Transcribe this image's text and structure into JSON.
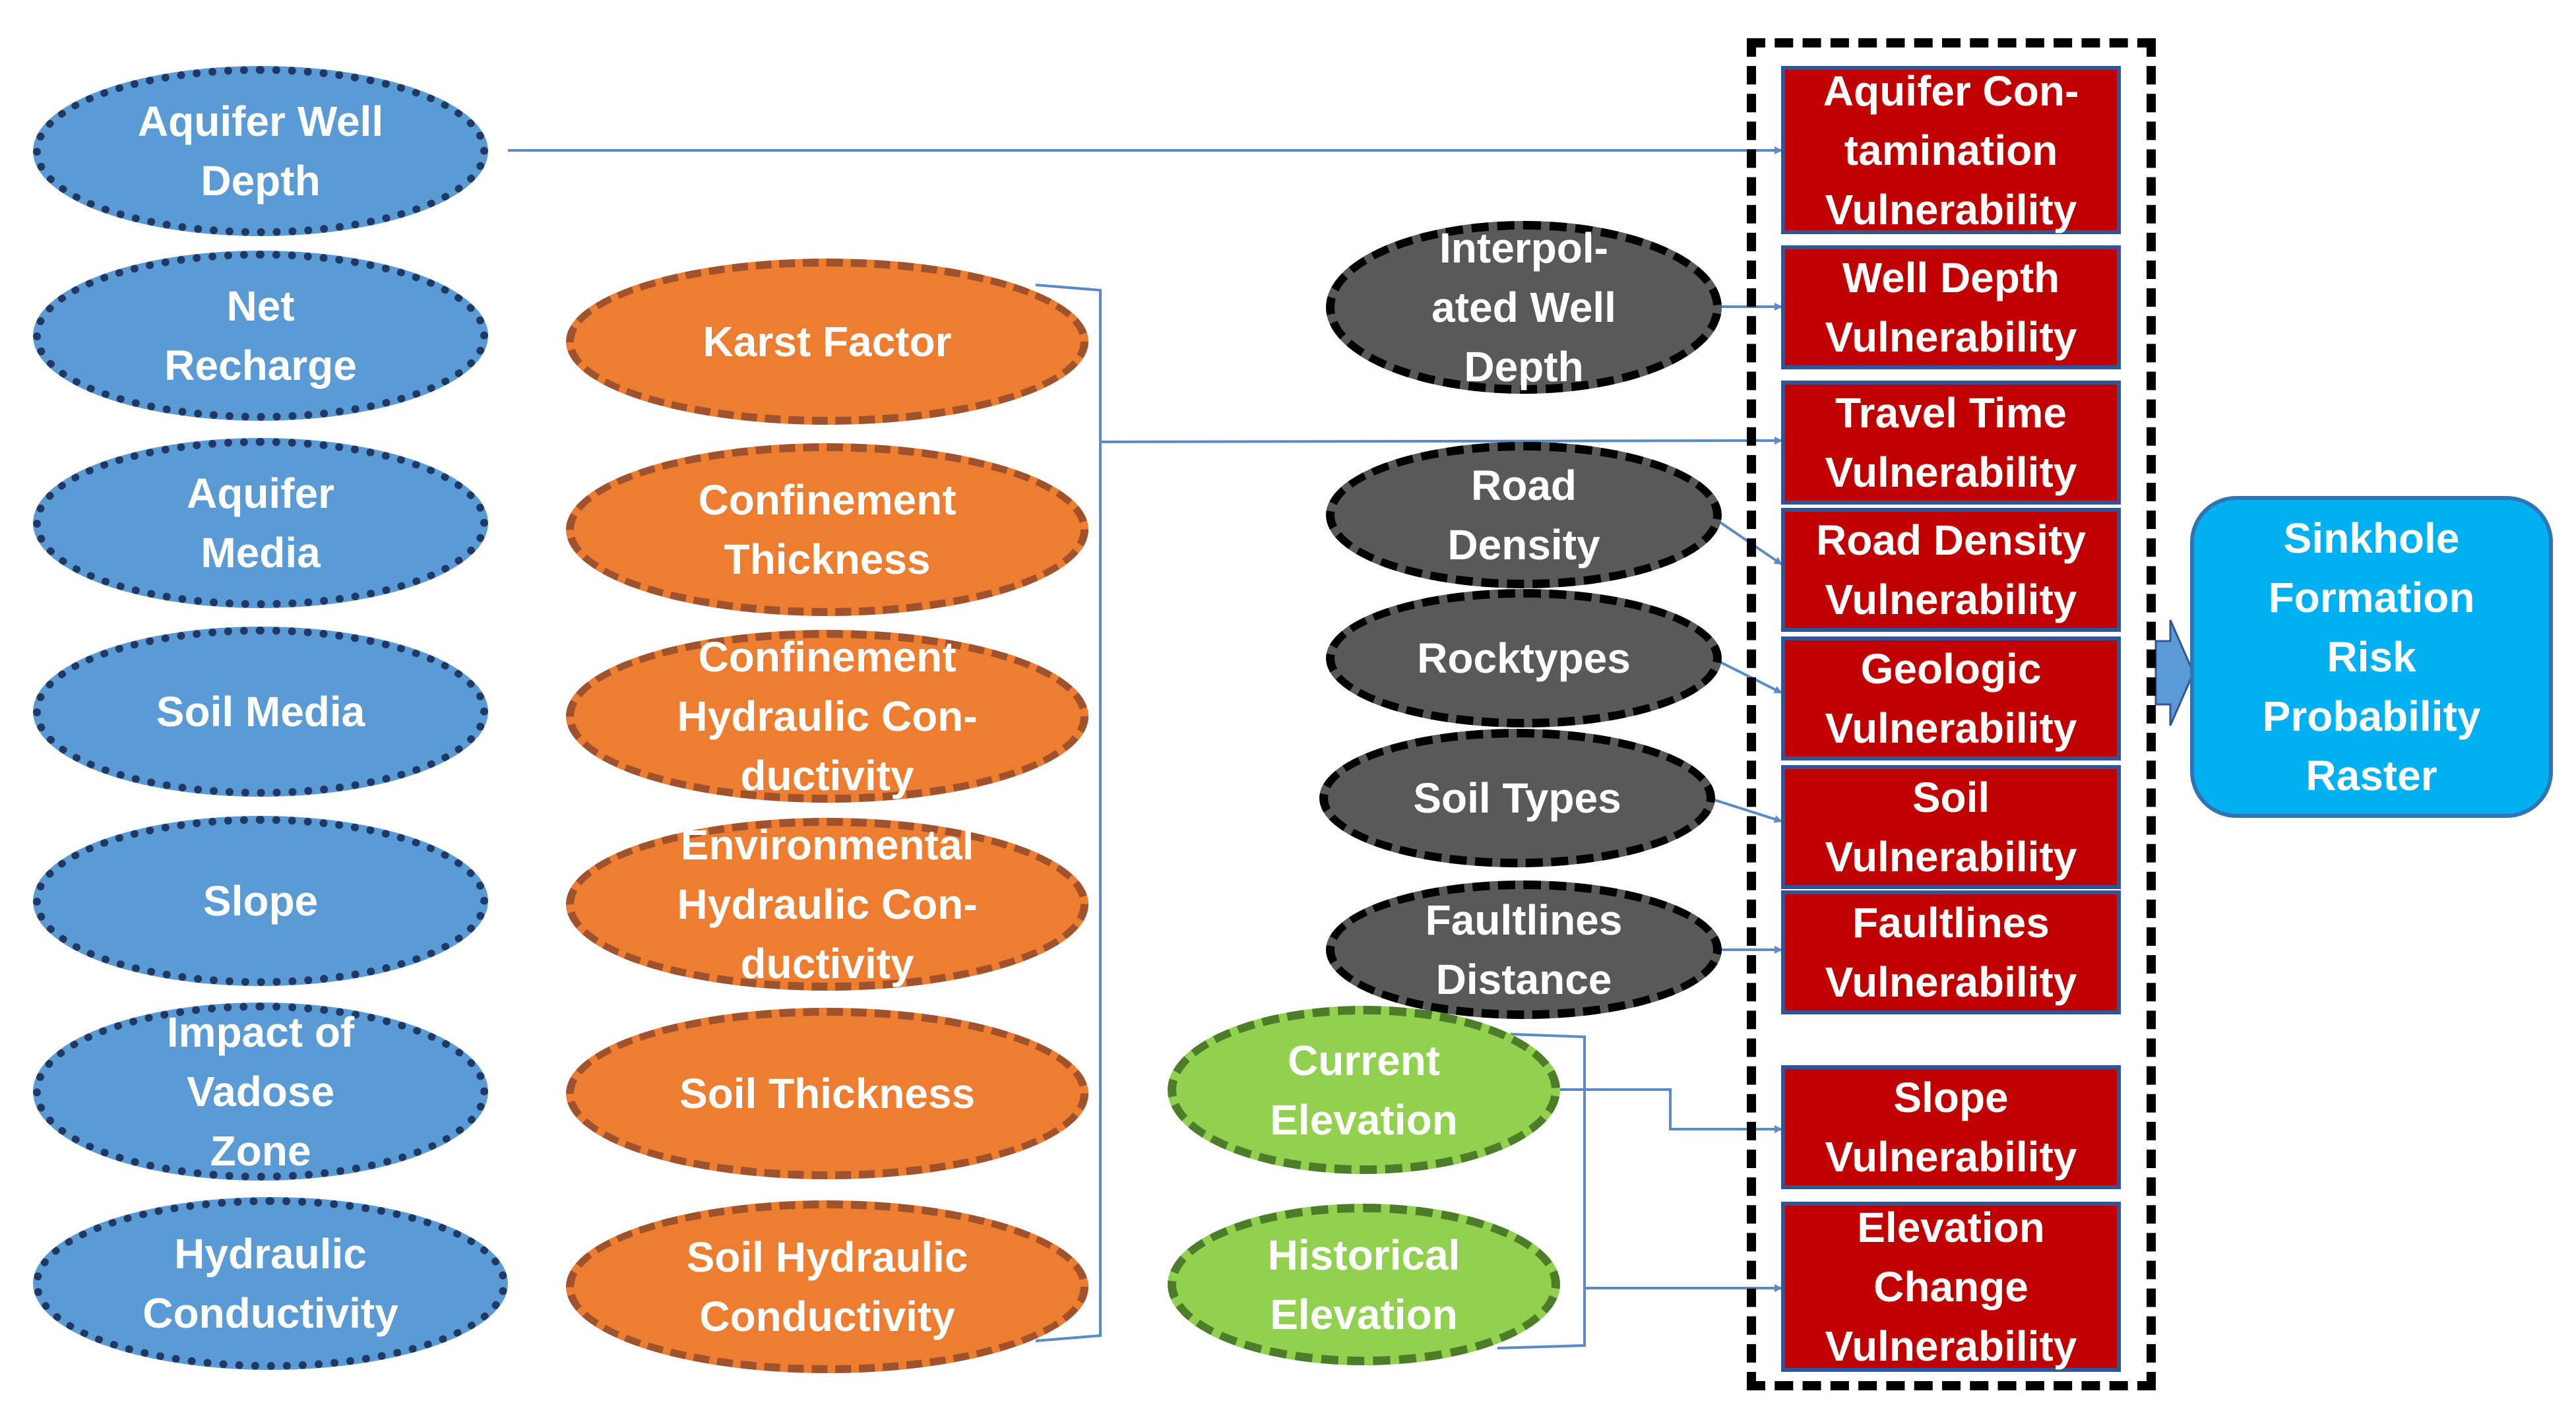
{
  "blue_inputs": [
    "Aquifer Well\nDepth",
    "Net\nRecharge",
    "Aquifer\nMedia",
    "Soil Media",
    "Slope",
    "Impact of\nVadose\nZone",
    "Hydraulic\nConductivity"
  ],
  "orange_inputs": [
    "Karst Factor",
    "Confinement\nThickness",
    "Confinement\nHydraulic Con-\nductivity",
    "Environmental\nHydraulic Con-\nductivity",
    "Soil Thickness",
    "Soil Hydraulic\nConductivity"
  ],
  "gray_inputs": [
    "Interpol-\nated Well\nDepth",
    "Road\nDensity",
    "Rocktypes",
    "Soil Types",
    "Faultlines\nDistance"
  ],
  "green_inputs": [
    "Current\nElevation",
    "Historical\nElevation"
  ],
  "vulnerabilities": [
    "Aquifer Con-\ntamination\nVulnerability",
    "Well Depth\nVulnerability",
    "Travel Time\nVulnerability",
    "Road Density\nVulnerability",
    "Geologic\nVulnerability",
    "Soil\nVulnerability",
    "Faultlines\nVulnerability",
    "Slope\nVulnerability",
    "Elevation\nChange\nVulnerability"
  ],
  "final_output": "Sinkhole\nFormation\nRisk\nProbability\nRaster",
  "colors": {
    "blue_fill": "#5b9bd5",
    "orange_fill": "#ed7d31",
    "gray_fill": "#595959",
    "green_fill": "#92d050",
    "red_fill": "#c00000",
    "final_fill": "#00b0f0",
    "connector": "#5b8ac6"
  }
}
